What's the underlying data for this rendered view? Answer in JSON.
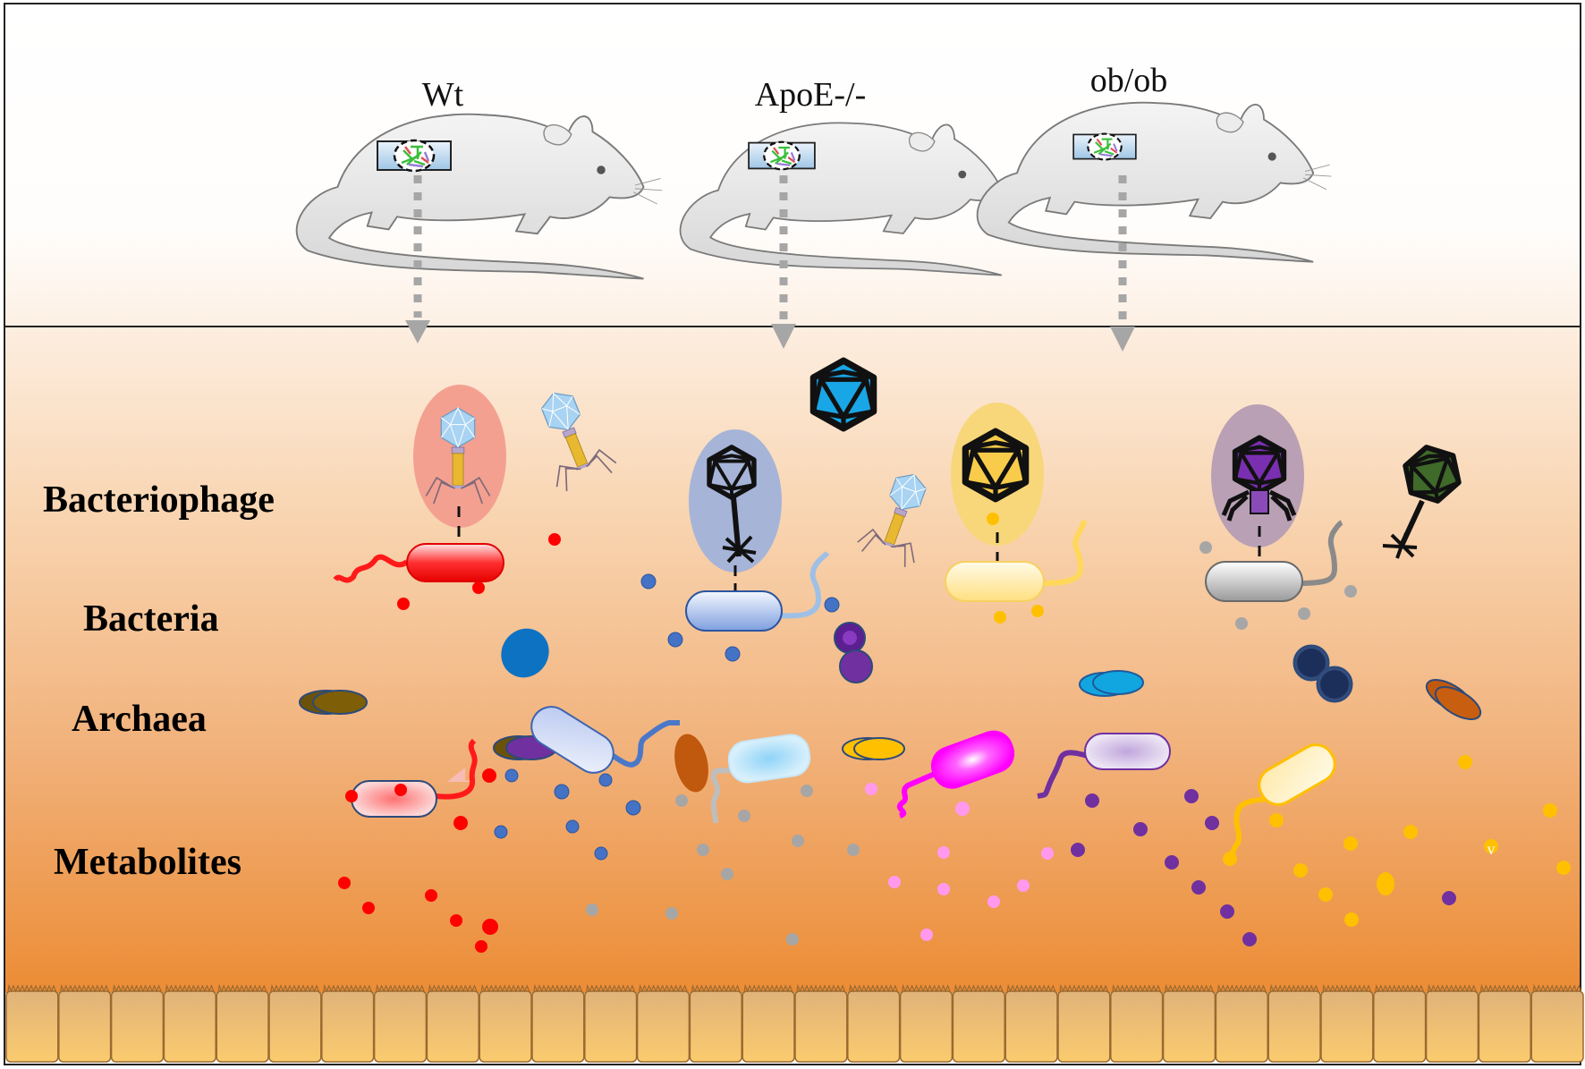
{
  "figure": {
    "groups": [
      {
        "id": "wt",
        "label": "Wt"
      },
      {
        "id": "apoe",
        "label": "ApoE-/-"
      },
      {
        "id": "obob",
        "label": "ob/ob"
      }
    ],
    "rows": [
      {
        "id": "bacteriophage",
        "label": "Bacteriophage"
      },
      {
        "id": "bacteria",
        "label": "Bacteria"
      },
      {
        "id": "archaea",
        "label": "Archaea"
      },
      {
        "id": "metabolites",
        "label": "Metabolites"
      }
    ],
    "stray_mark": "v",
    "colors": {
      "background_top": "#ffffff",
      "lumen_top": "#fbe6d2",
      "lumen_bottom": "#ec8f38",
      "epithelium": "#f6c46a",
      "epithelium_line": "#9a6a30",
      "arrow": "#a6a6a6",
      "phage_halo_red": "#f4a090",
      "phage_halo_blue": "#a6b4d8",
      "phage_halo_yellow": "#f8d77a",
      "phage_halo_purple": "#b9a0b4",
      "bacterium_red": "#ff1a1a",
      "bacterium_blue": "#4a78c8",
      "bacterium_yellow": "#ffe48a",
      "bacterium_gray": "#9a9a9a",
      "metabolite_red": "#ff0000",
      "metabolite_blue": "#4472c4",
      "metabolite_gray": "#a6a6a6",
      "metabolite_pink": "#ff99ee",
      "metabolite_purple": "#7030a0",
      "metabolite_yellow": "#ffc000"
    }
  }
}
